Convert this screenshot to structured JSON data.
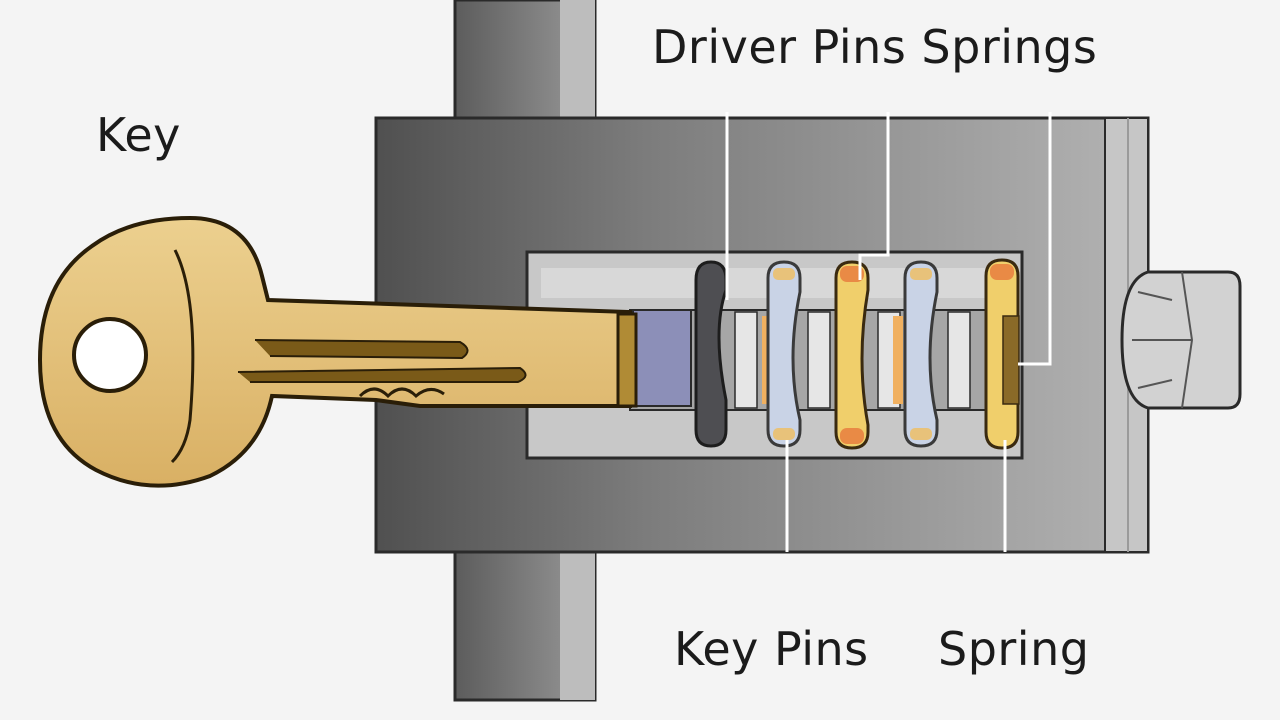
{
  "labels": {
    "key": "Key",
    "driver_pins_springs": "Driver Pins Springs",
    "key_pins": "Key Pins",
    "spring": "Spring"
  },
  "colors": {
    "background": "#f4f4f4",
    "lock_body": "#8a8a8a",
    "lock_body_dark": "#4a4a4a",
    "cylinder": "#c8c8c8",
    "key_brass": "#e3c27e",
    "key_outline": "#2a1e08",
    "plug_face": "#8c8fb8",
    "pin_gray": "#4e4e52",
    "pin_silver": "#c9d3e6",
    "pin_orange": "#e98a45",
    "pin_gold": "#f0cf6b",
    "leader_line": "#ffffff"
  },
  "icons": {
    "key": "key-icon",
    "lock_cylinder": "lock-cylinder-icon",
    "cam": "cam-icon"
  }
}
